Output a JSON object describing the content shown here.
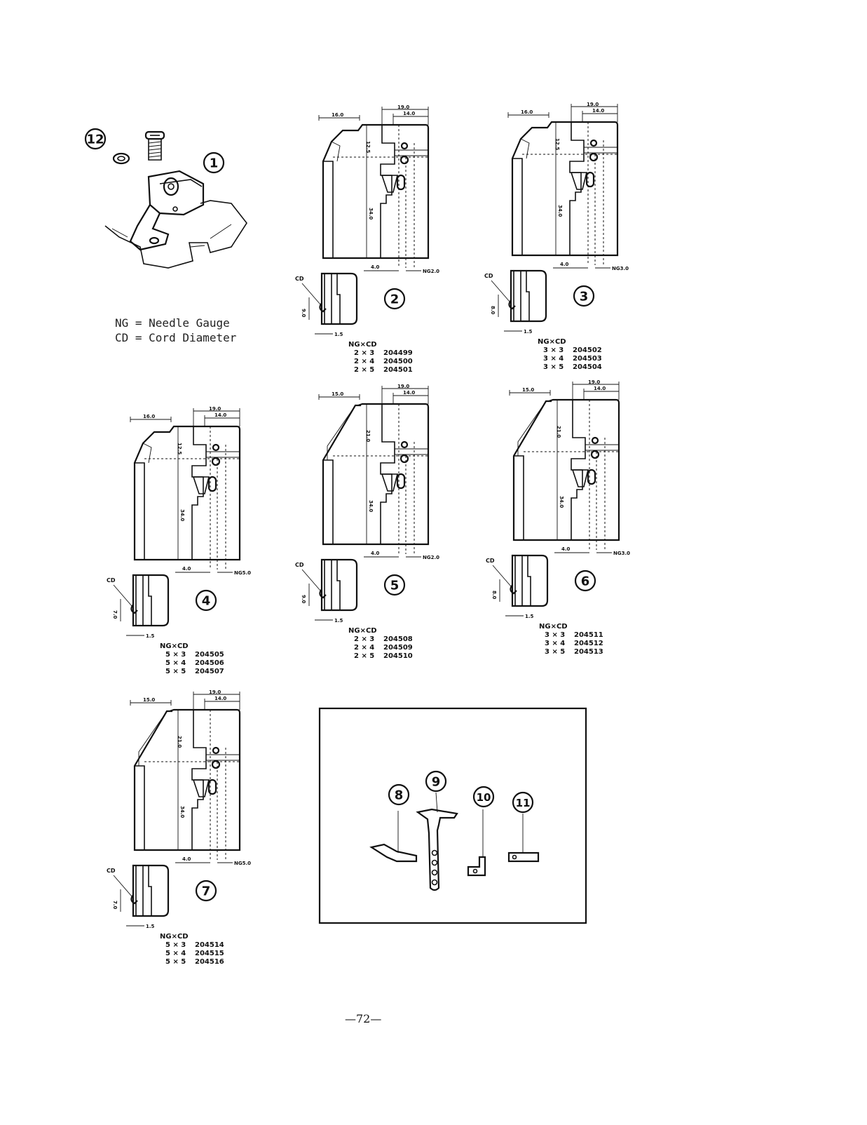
{
  "legend": {
    "ng": "NG = Needle Gauge",
    "cd": "CD = Cord Diameter"
  },
  "callouts": {
    "c1": "1",
    "c2": "2",
    "c3": "3",
    "c4": "4",
    "c5": "5",
    "c6": "6",
    "c7": "7",
    "c8": "8",
    "c9": "9",
    "c10": "10",
    "c11": "11",
    "c12": "12"
  },
  "guides": [
    {
      "id": "2",
      "dims": {
        "top_left": "16.0",
        "top_outer": "19.0",
        "top_inner": "14.0",
        "upper": "12.5",
        "lower": "34.0",
        "bottom_left": "4.0",
        "ng": "NG2.0",
        "side_height": "9.0",
        "side_bottom": "1.5",
        "cd": "CD"
      },
      "table_header": "NG×CD",
      "rows": [
        {
          "size": "2 × 3",
          "part": "204499"
        },
        {
          "size": "2 × 4",
          "part": "204500"
        },
        {
          "size": "2 × 5",
          "part": "204501"
        }
      ]
    },
    {
      "id": "3",
      "dims": {
        "top_left": "16.0",
        "top_outer": "19.0",
        "top_inner": "14.0",
        "upper": "12.5",
        "lower": "34.0",
        "bottom_left": "4.0",
        "ng": "NG3.0",
        "side_height": "8.0",
        "side_bottom": "1.5",
        "cd": "CD"
      },
      "table_header": "NG×CD",
      "rows": [
        {
          "size": "3 × 3",
          "part": "204502"
        },
        {
          "size": "3 × 4",
          "part": "204503"
        },
        {
          "size": "3 × 5",
          "part": "204504"
        }
      ]
    },
    {
      "id": "4",
      "dims": {
        "top_left": "16.0",
        "top_outer": "19.0",
        "top_inner": "14.0",
        "upper": "12.5",
        "lower": "34.0",
        "bottom_left": "4.0",
        "ng": "NG5.0",
        "side_height": "7.0",
        "side_bottom": "1.5",
        "cd": "CD"
      },
      "table_header": "NG×CD",
      "rows": [
        {
          "size": "5 × 3",
          "part": "204505"
        },
        {
          "size": "5 × 4",
          "part": "204506"
        },
        {
          "size": "5 × 5",
          "part": "204507"
        }
      ]
    },
    {
      "id": "5",
      "dims": {
        "top_left": "15.0",
        "top_outer": "19.0",
        "top_inner": "14.0",
        "upper": "21.0",
        "lower": "34.0",
        "bottom_left": "4.0",
        "ng": "NG2.0",
        "side_height": "9.0",
        "side_bottom": "1.5",
        "cd": "CD"
      },
      "table_header": "NG×CD",
      "rows": [
        {
          "size": "2 × 3",
          "part": "204508"
        },
        {
          "size": "2 × 4",
          "part": "204509"
        },
        {
          "size": "2 × 5",
          "part": "204510"
        }
      ]
    },
    {
      "id": "6",
      "dims": {
        "top_left": "15.0",
        "top_outer": "19.0",
        "top_inner": "14.0",
        "upper": "21.0",
        "lower": "34.0",
        "bottom_left": "4.0",
        "ng": "NG3.0",
        "side_height": "8.0",
        "side_bottom": "1.5",
        "cd": "CD"
      },
      "table_header": "NG×CD",
      "rows": [
        {
          "size": "3 × 3",
          "part": "204511"
        },
        {
          "size": "3 × 4",
          "part": "204512"
        },
        {
          "size": "3 × 5",
          "part": "204513"
        }
      ]
    },
    {
      "id": "7",
      "dims": {
        "top_left": "15.0",
        "top_outer": "19.0",
        "top_inner": "14.0",
        "upper": "21.0",
        "lower": "34.0",
        "bottom_left": "4.0",
        "ng": "NG5.0",
        "side_height": "7.0",
        "side_bottom": "1.5",
        "cd": "CD"
      },
      "table_header": "NG×CD",
      "rows": [
        {
          "size": "5 × 3",
          "part": "204514"
        },
        {
          "size": "5 × 4",
          "part": "204515"
        },
        {
          "size": "5 × 5",
          "part": "204516"
        }
      ]
    }
  ],
  "page_number": "—72—"
}
